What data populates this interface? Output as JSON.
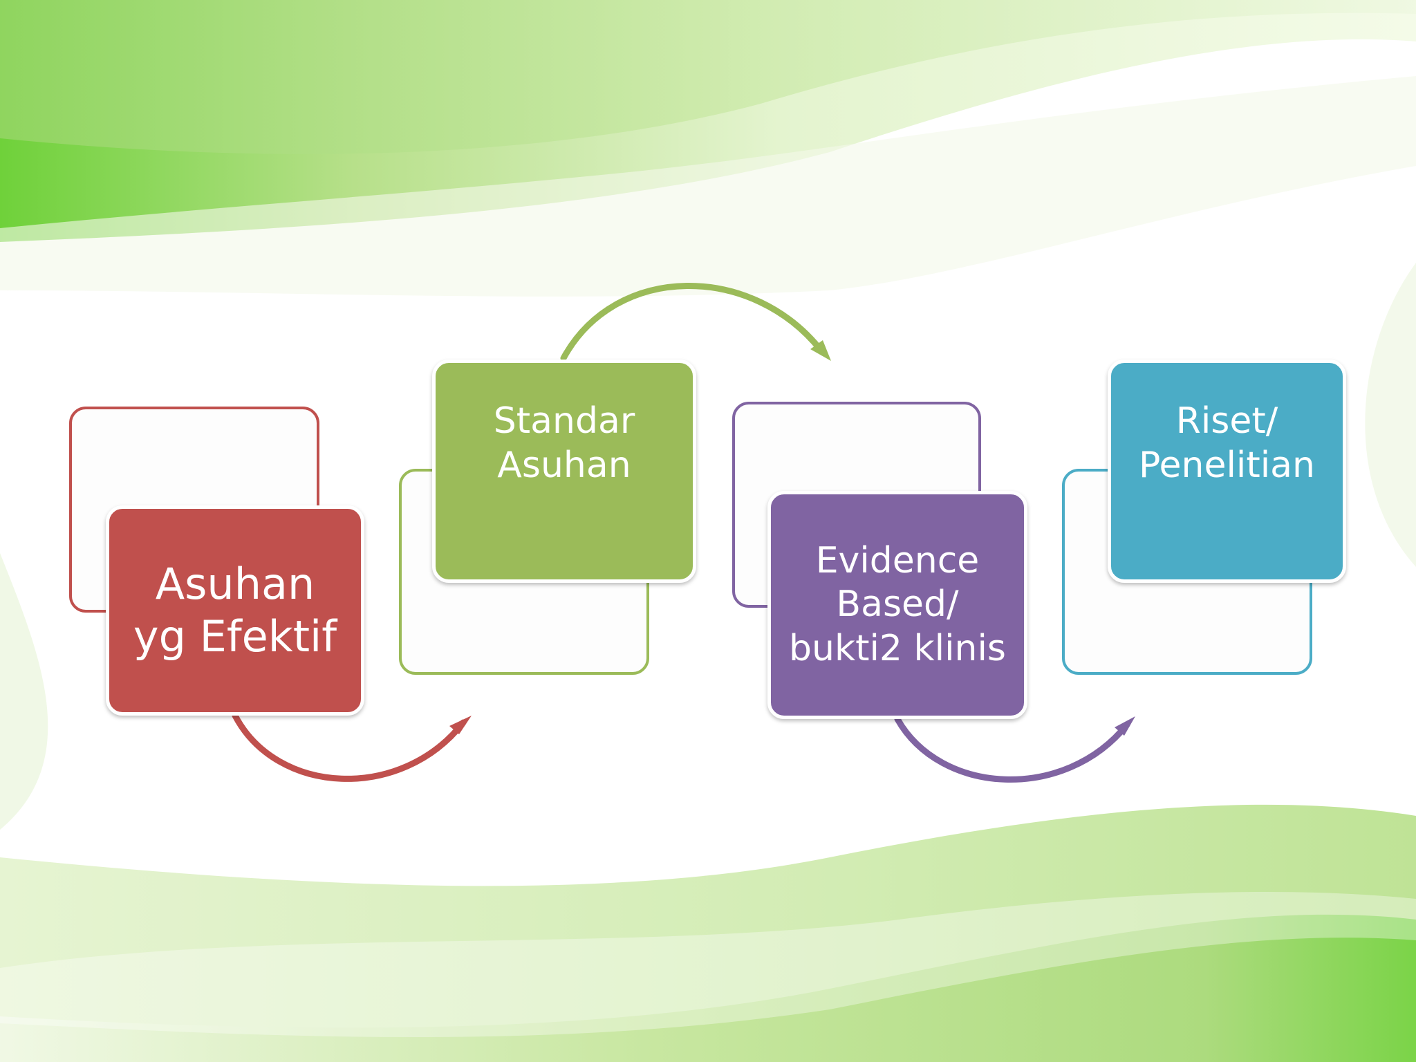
{
  "steps": [
    {
      "label": "Asuhan\nyg Efektif",
      "color": "#c0504d"
    },
    {
      "label": "Standar\nAsuhan",
      "color": "#9bbb59"
    },
    {
      "label": "Evidence\nBased/\nbukti2 klinis",
      "color": "#8064a2"
    },
    {
      "label": "Riset/\nPenelitian",
      "color": "#4bacc6"
    }
  ],
  "background": {
    "accent": "#66cc33",
    "light": "#d9efb5"
  }
}
